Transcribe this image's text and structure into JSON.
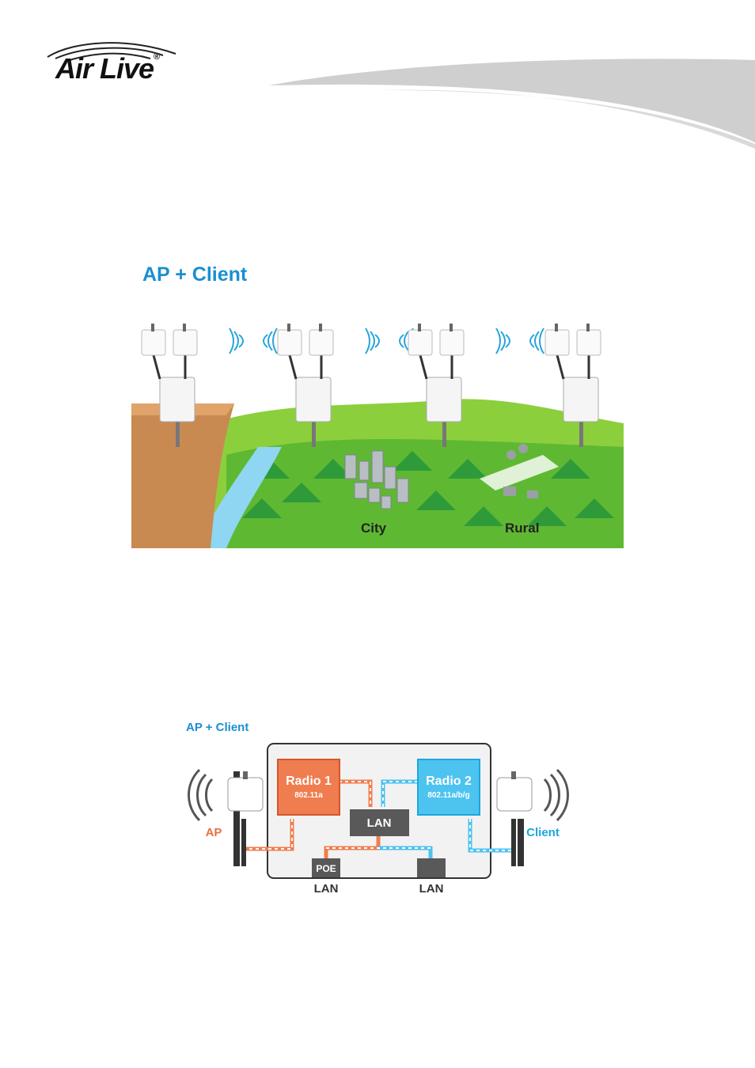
{
  "header": {
    "brand": "Air Live",
    "registered": "®"
  },
  "section1": {
    "title": "AP + Client",
    "labels": {
      "city": "City",
      "rural": "Rural"
    }
  },
  "section2": {
    "title": "AP + Client",
    "radio1": {
      "name": "Radio 1",
      "standard": "802.11a"
    },
    "radio2": {
      "name": "Radio 2",
      "standard": "802.11a/b/g"
    },
    "lan_center": "LAN",
    "poe": "POE",
    "lan_left": "LAN",
    "lan_right": "LAN",
    "ap": "AP",
    "client": "Client"
  },
  "colors": {
    "accent": "#1a8fd1",
    "radio1": "#f07d4f",
    "radio2": "#4dc3f0",
    "ap_label": "#e8703f",
    "client_label": "#1ea6dd"
  }
}
